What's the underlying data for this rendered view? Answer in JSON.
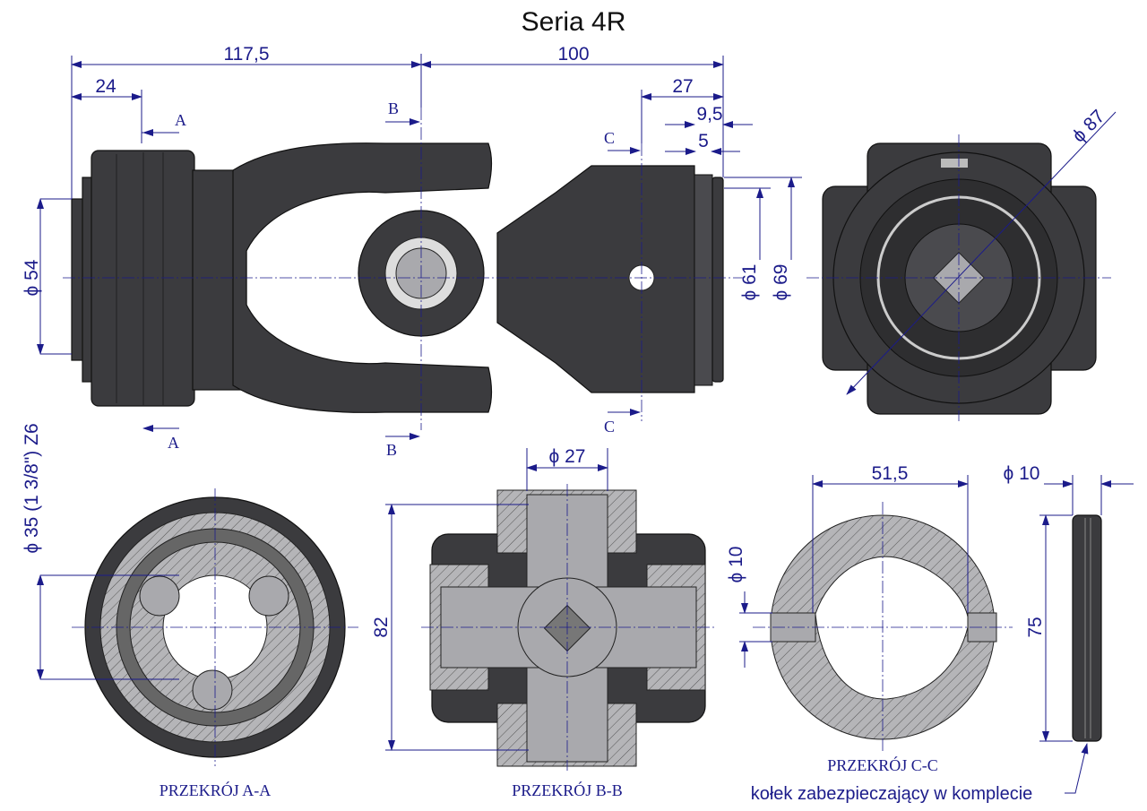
{
  "title": "Seria 4R",
  "dimensions": {
    "overall_left": "117,5",
    "overall_right": "100",
    "collar_left": "24",
    "collar_right": "27",
    "groove_a": "9,5",
    "groove_b": "5",
    "dia_54": "ϕ 54",
    "dia_61": "ϕ 61",
    "dia_69": "ϕ 69",
    "dia_87": "ϕ 87",
    "dia_bore": "ϕ 35  (1 3/8\") Z6",
    "dia_27": "ϕ 27",
    "cross_82": "82",
    "width_51_5": "51,5",
    "dia_10_pin_hole": "ϕ 10",
    "dia_10_pin": "ϕ 10",
    "pin_length": "75"
  },
  "section_marks": {
    "a": "A",
    "b": "B",
    "c": "C"
  },
  "captions": {
    "section_aa": "PRZEKRÓJ A-A",
    "section_bb": "PRZEKRÓJ B-B",
    "section_cc": "PRZEKRÓJ C-C",
    "pin_note": "kołek zabezpieczający w komplecie"
  },
  "colors": {
    "dimension": "#1b1b8a",
    "part": "#3b3b3e",
    "metal": "#a9a9ad"
  }
}
